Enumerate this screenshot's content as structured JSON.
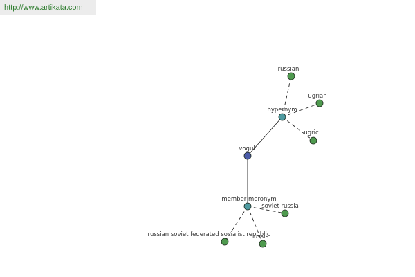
{
  "site_url": "http://www.artikata.com",
  "graph": {
    "nodes": [
      {
        "id": "vogul",
        "label": "vogul",
        "kind": "root"
      },
      {
        "id": "hypernym",
        "label": "hypernym",
        "kind": "relation"
      },
      {
        "id": "member_meronym",
        "label": "member meronym",
        "kind": "relation"
      },
      {
        "id": "russian",
        "label": "russian",
        "kind": "term"
      },
      {
        "id": "ugrian",
        "label": "ugrian",
        "kind": "term"
      },
      {
        "id": "ugric",
        "label": "ugric",
        "kind": "term"
      },
      {
        "id": "soviet_russia",
        "label": "soviet russia",
        "kind": "term"
      },
      {
        "id": "rsfsr",
        "label": "russian soviet federated socialist republic",
        "kind": "term"
      },
      {
        "id": "russia",
        "label": "russia",
        "kind": "term"
      }
    ],
    "edges": [
      {
        "from": "vogul",
        "to": "hypernym",
        "style": "solid"
      },
      {
        "from": "vogul",
        "to": "member_meronym",
        "style": "solid"
      },
      {
        "from": "hypernym",
        "to": "russian",
        "style": "dashed"
      },
      {
        "from": "hypernym",
        "to": "ugrian",
        "style": "dashed"
      },
      {
        "from": "hypernym",
        "to": "ugric",
        "style": "dashed"
      },
      {
        "from": "member_meronym",
        "to": "soviet_russia",
        "style": "dashed"
      },
      {
        "from": "member_meronym",
        "to": "rsfsr",
        "style": "dashed"
      },
      {
        "from": "member_meronym",
        "to": "russia",
        "style": "dashed"
      }
    ],
    "colors": {
      "root": "#4a5aa8",
      "relation": "#4e9aa0",
      "term": "#4f9a4f",
      "edge": "#222222"
    }
  }
}
